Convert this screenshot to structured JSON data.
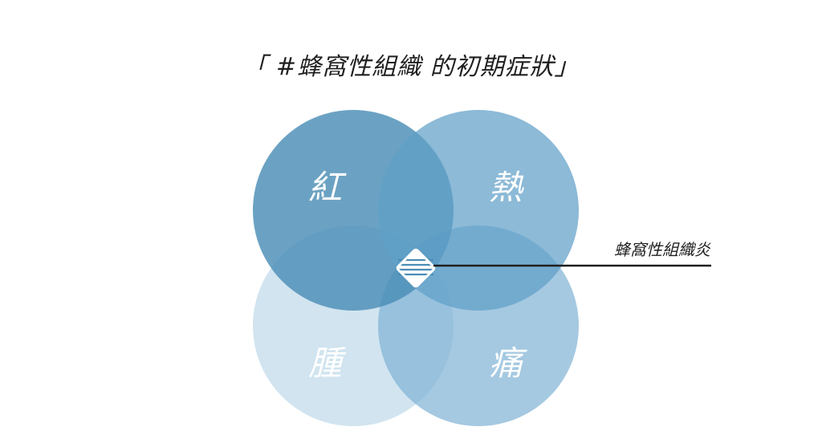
{
  "title": "「 #蜂窩性組織 的初期症狀」",
  "diagram": {
    "type": "venn-4",
    "sets": [
      {
        "label": "紅",
        "color": "#4d8fb8",
        "opacity": 0.88
      },
      {
        "label": "熱",
        "color": "#5e9cc4",
        "opacity": 0.78
      },
      {
        "label": "腫",
        "color": "#c2d9e8",
        "opacity": 0.75
      },
      {
        "label": "痛",
        "color": "#7eb0d2",
        "opacity": 0.7
      }
    ],
    "intersection_label": "蜂窩性組織炎"
  }
}
